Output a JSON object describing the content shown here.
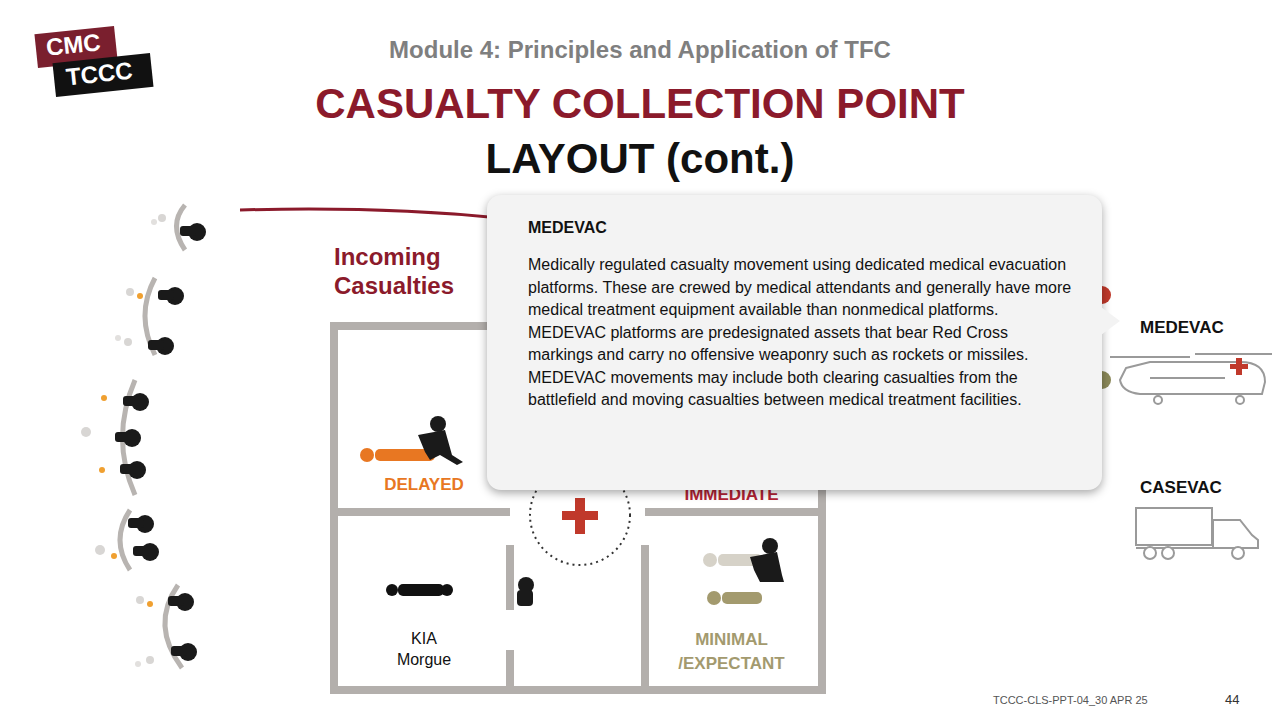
{
  "diagram": {
    "title": "CASUALTY COLLECTION POINT LAYOUT (cont.)",
    "nodes": [
      {
        "text": [
          "Incoming Casualties"
        ]
      },
      {
        "text": [
          "DELAYED"
        ],
        "in": 0
      },
      {
        "text": [
          "IMMEDIATE"
        ],
        "in": 0
      },
      {
        "text": [
          "KIA Morgue"
        ],
        "in": 0
      },
      {
        "text": [
          "MINIMAL /EXPECTANT"
        ],
        "in": 0
      },
      {
        "text": [
          "MEDEVAC",
          "Medically regulated casualty movement using dedicated medical evacuation platforms. These are crewed by medical attendants and generally have more medical treatment equipment available than nonmedical platforms. MEDEVAC platforms are predesignated assets that bear Red Cross markings and carry no offensive weaponry such as rockets or missiles. MEDEVAC movements may include both clearing casualties from the battlefield and moving casualties between medical treatment facilities."
        ]
      }
    ],
    "labels": [
      "CMC",
      "TCCC",
      "Module 4: Principles and Application of TFC",
      "MEDEVAC",
      "CASEVAC",
      "TCCC-CLS-PPT-04_30 APR 25",
      "44"
    ]
  }
}
